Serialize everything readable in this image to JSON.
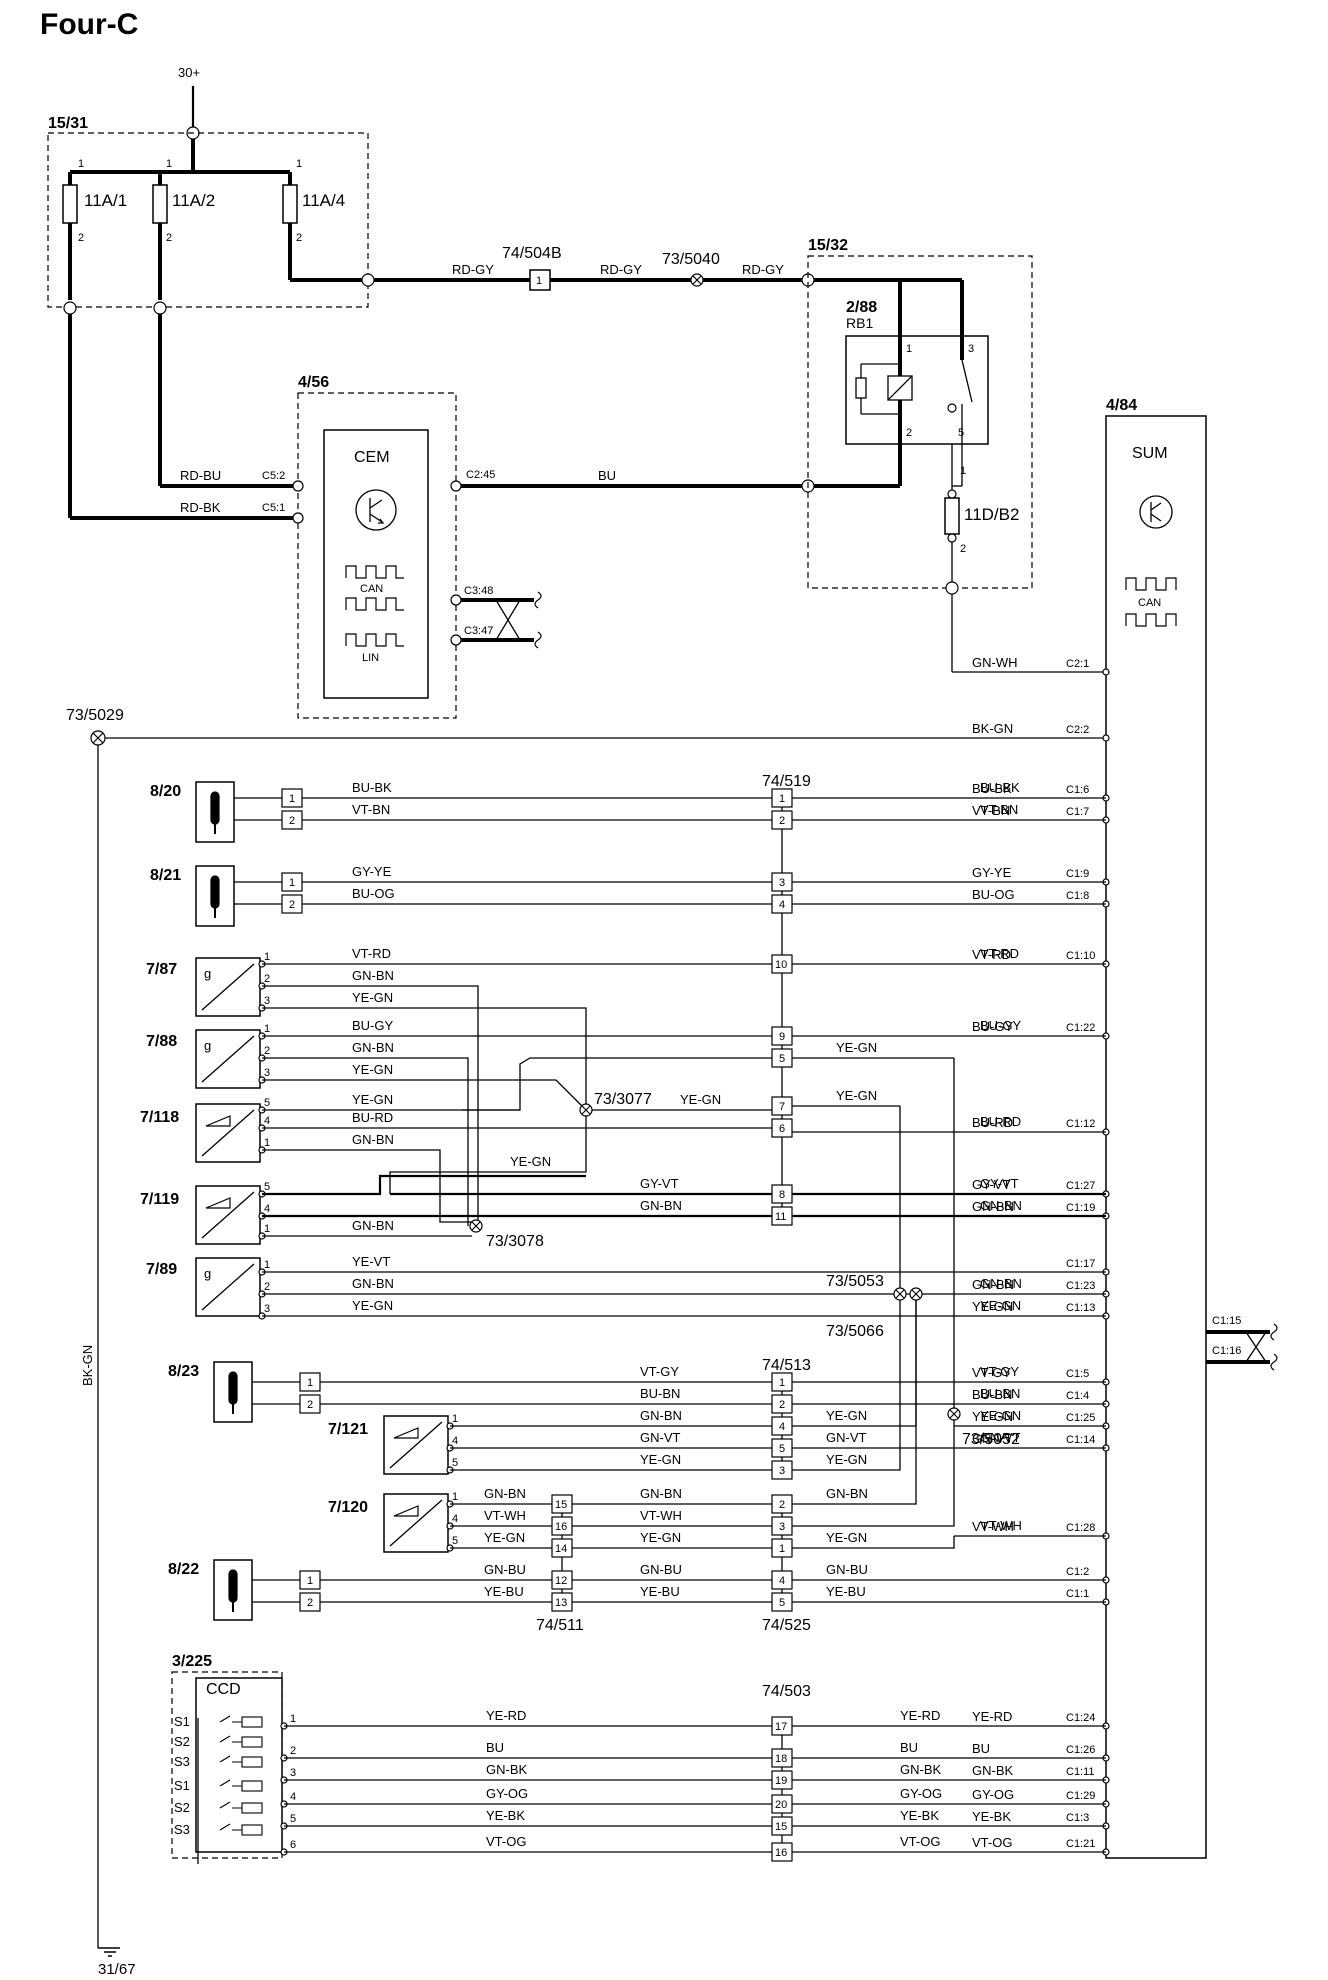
{
  "title": "Four-C",
  "supply": "30+",
  "ground": "31/67",
  "fusebox": {
    "id": "15/31",
    "fuses": [
      {
        "name": "11A/1",
        "pin_top": "1",
        "pin_bottom": "2"
      },
      {
        "name": "11A/2",
        "pin_top": "1",
        "pin_bottom": "2"
      },
      {
        "name": "11A/4",
        "pin_top": "1",
        "pin_bottom": "2"
      }
    ]
  },
  "top_wires": {
    "conn_504b": "74/504B",
    "conn_504b_pin": "1",
    "splice_5040": "73/5040",
    "wire_color": "RD-GY"
  },
  "relay_box": {
    "id": "15/32",
    "relay_id": "2/88",
    "relay_name": "RB1",
    "pins": [
      "1",
      "3",
      "2",
      "5"
    ],
    "fuse": "11D/B2",
    "fuse_pin_top": "1",
    "fuse_pin_bottom": "2"
  },
  "cem": {
    "id": "4/56",
    "name": "CEM",
    "pins": {
      "c52": "C5:2",
      "c51": "C5:1",
      "c245": "C2:45",
      "c348": "C3:48",
      "c347": "C3:47"
    },
    "can": "CAN",
    "lin": "LIN",
    "wires": {
      "rd_bu": "RD-BU",
      "rd_bk": "RD-BK",
      "bu": "BU"
    }
  },
  "sum": {
    "id": "4/84",
    "name": "SUM",
    "can": "CAN",
    "bus_pins": [
      "C1:15",
      "C1:16"
    ]
  },
  "splice_5029": "73/5029",
  "bk_gn_label": "BK-GN",
  "components": {
    "c820": "8/20",
    "c821": "8/21",
    "c787": "7/87",
    "c788": "7/88",
    "c7118": "7/118",
    "c7119": "7/119",
    "c789": "7/89",
    "c823": "8/23",
    "c7121": "7/121",
    "c7120": "7/120",
    "c822": "8/22",
    "c3225": "3/225",
    "g": "g"
  },
  "connectors": {
    "c519": "74/519",
    "c513": "74/513",
    "c511": "74/511",
    "c525": "74/525",
    "c503": "74/503"
  },
  "splices": {
    "s3077": "73/3077",
    "s3078": "73/3078",
    "s5053": "73/5053",
    "s5066": "73/5066",
    "s5052": "73/5052"
  },
  "ccd": {
    "name": "CCD",
    "switches": [
      "S1",
      "S2",
      "S3",
      "S1",
      "S2",
      "S3"
    ]
  },
  "right_wires": [
    {
      "color": "GN-WH",
      "pin": "C2:1"
    },
    {
      "color": "BK-GN",
      "pin": "C2:2"
    },
    {
      "color": "BU-BK",
      "pin": "C1:6"
    },
    {
      "color": "VT-BN",
      "pin": "C1:7"
    },
    {
      "color": "GY-YE",
      "pin": "C1:9"
    },
    {
      "color": "BU-OG",
      "pin": "C1:8"
    },
    {
      "color": "VT-RD",
      "pin": "C1:10"
    },
    {
      "color": "BU-GY",
      "pin": "C1:22"
    },
    {
      "color": "BU-RD",
      "pin": "C1:12"
    },
    {
      "color": "GY-VT",
      "pin": "C1:27"
    },
    {
      "color": "GN-BN",
      "pin": "C1:19"
    },
    {
      "color": "",
      "pin": "C1:17"
    },
    {
      "color": "GN-BN",
      "pin": "C1:23"
    },
    {
      "color": "YE-GN",
      "pin": "C1:13"
    },
    {
      "color": "VT-GY",
      "pin": "C1:5"
    },
    {
      "color": "BU-BN",
      "pin": "C1:4"
    },
    {
      "color": "YE-GN",
      "pin": "C1:25"
    },
    {
      "color": "GN-VT",
      "pin": "C1:14"
    },
    {
      "color": "VT-WH",
      "pin": "C1:28"
    },
    {
      "color": "",
      "pin": "C1:2"
    },
    {
      "color": "",
      "pin": "C1:1"
    },
    {
      "color": "YE-RD",
      "pin": "C1:24"
    },
    {
      "color": "BU",
      "pin": "C1:26"
    },
    {
      "color": "GN-BK",
      "pin": "C1:11"
    },
    {
      "color": "GY-OG",
      "pin": "C1:29"
    },
    {
      "color": "YE-BK",
      "pin": "C1:3"
    },
    {
      "color": "VT-OG",
      "pin": "C1:21"
    }
  ],
  "mid_labels": {
    "ye_gn": "YE-GN",
    "gn_bn": "GN-BN",
    "gn_vt": "GN-VT",
    "gy_vt": "GY-VT",
    "vt_gy": "VT-GY",
    "bu_bn": "BU-BN",
    "vt_wh": "VT-WH",
    "gn_bu": "GN-BU",
    "ye_bu": "YE-BU",
    "ye_rd": "YE-RD",
    "bu": "BU",
    "gn_bk": "GN-BK",
    "gy_og": "GY-OG",
    "ye_bk": "YE-BK",
    "vt_og": "VT-OG",
    "ye_vt": "YE-VT",
    "bu_bk": "BU-BK",
    "vt_bn": "VT-BN",
    "gy_ye": "GY-YE",
    "bu_og": "BU-OG",
    "vt_rd": "VT-RD",
    "bu_gy": "BU-GY",
    "bu_rd": "BU-RD"
  },
  "pin_numbers": {
    "p1": "1",
    "p2": "2",
    "p3": "3",
    "p4": "4",
    "p5": "5",
    "p6": "6",
    "p7": "7",
    "p8": "8",
    "p9": "9",
    "p10": "10",
    "p11": "11",
    "p12": "12",
    "p13": "13",
    "p14": "14",
    "p15": "15",
    "p16": "16",
    "p17": "17",
    "p18": "18",
    "p19": "19",
    "p20": "20"
  }
}
